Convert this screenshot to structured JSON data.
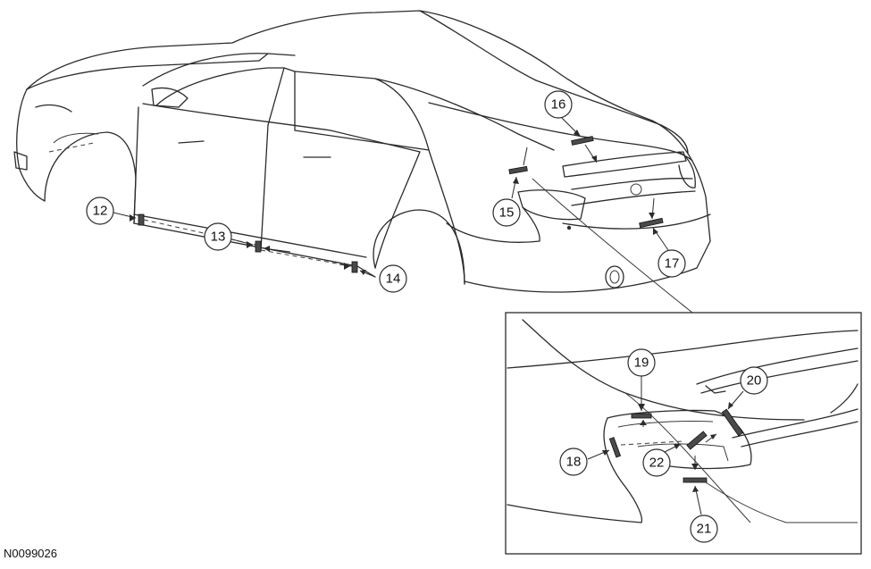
{
  "diagram": {
    "figure_id": "N0099026",
    "callouts": {
      "c12": "12",
      "c13": "13",
      "c14": "14",
      "c15": "15",
      "c16": "16",
      "c17": "17",
      "c18": "18",
      "c19": "19",
      "c20": "20",
      "c21": "21",
      "c22": "22"
    }
  }
}
